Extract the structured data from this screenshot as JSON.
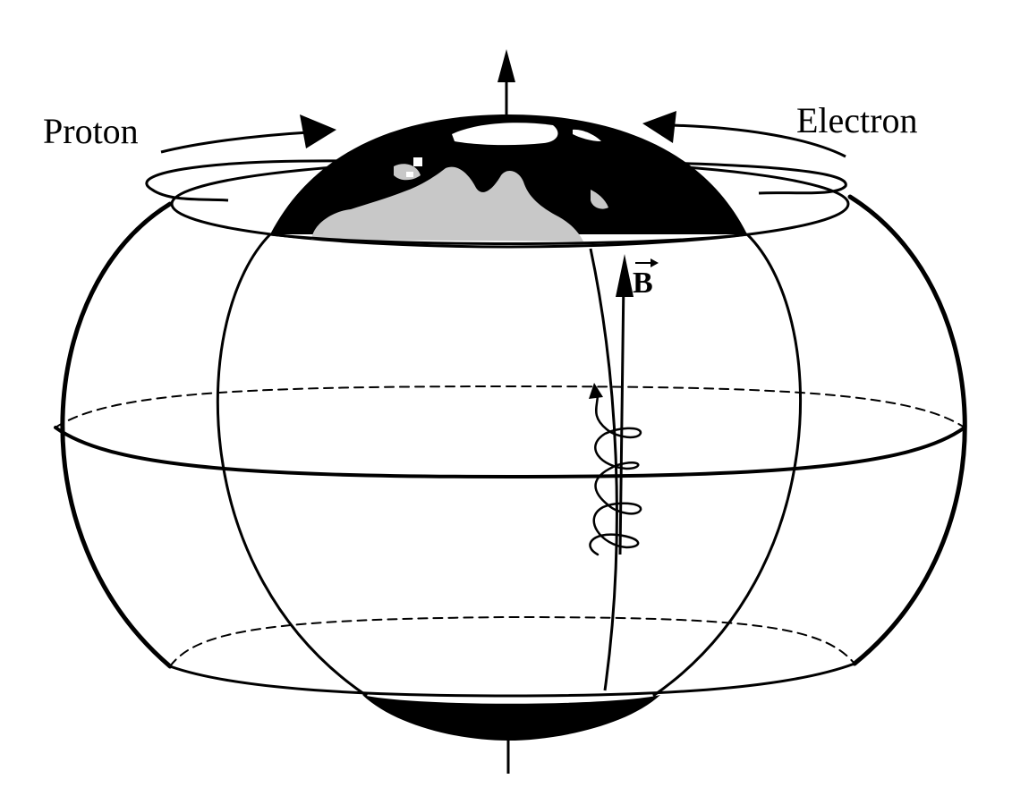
{
  "labels": {
    "proton": "Proton",
    "electron": "Electron",
    "field_vector": "B"
  },
  "colors": {
    "ink": "#000000",
    "land": "#c8c8c8",
    "background": "#ffffff"
  },
  "icons": {
    "field_vector_accent": "right-arrow-overline"
  }
}
